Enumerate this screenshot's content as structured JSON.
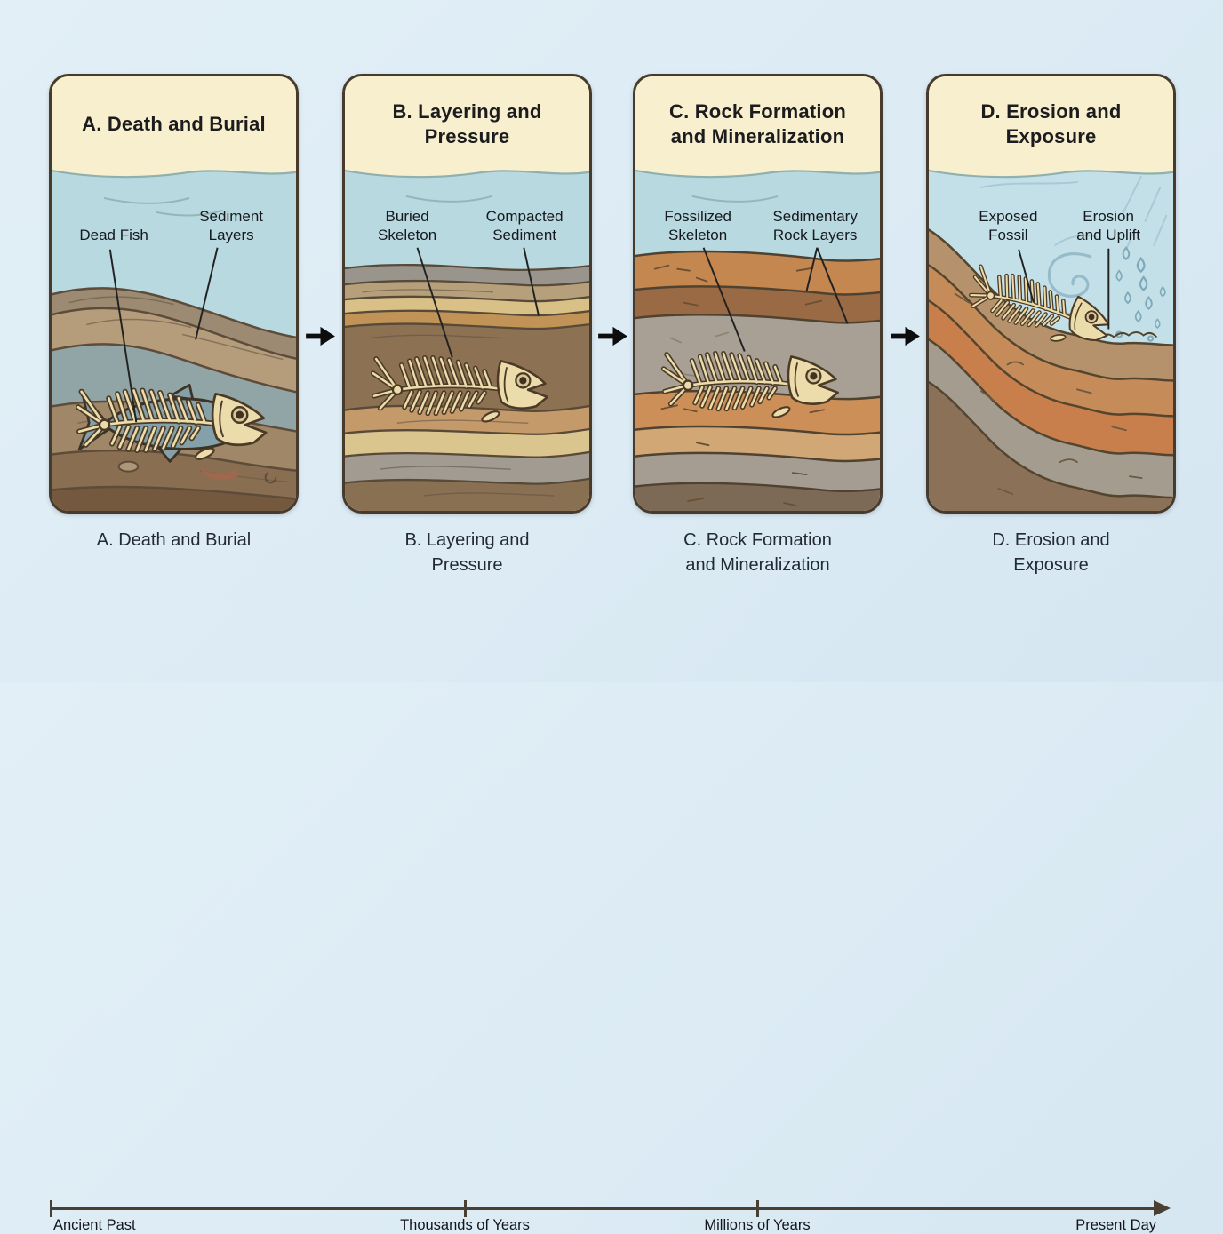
{
  "panels": [
    {
      "letter": "A",
      "title_line1": "A. Death and Burial",
      "title_line2": "",
      "caption_line1": "A. Death and Burial",
      "caption_line2": "",
      "label_left_line1": "Dead Fish",
      "label_left_line2": "",
      "label_right_line1": "Sediment",
      "label_right_line2": "Layers"
    },
    {
      "letter": "B",
      "title_line1": "B. Layering and",
      "title_line2": "Pressure",
      "caption_line1": "B. Layering and",
      "caption_line2": "Pressure",
      "label_left_line1": "Buried",
      "label_left_line2": "Skeleton",
      "label_right_line1": "Compacted",
      "label_right_line2": "Sediment"
    },
    {
      "letter": "C",
      "title_line1": "C. Rock Formation",
      "title_line2": "and Mineralization",
      "caption_line1": "C. Rock Formation",
      "caption_line2": "and Mineralization",
      "label_left_line1": "Fossilized",
      "label_left_line2": "Skeleton",
      "label_right_line1": "Sedimentary",
      "label_right_line2": "Rock Layers"
    },
    {
      "letter": "D",
      "title_line1": "D. Erosion and",
      "title_line2": "Exposure",
      "caption_line1": "D. Erosion and",
      "caption_line2": "Exposure",
      "label_left_line1": "Exposed",
      "label_left_line2": "Fossil",
      "label_right_line1": "Erosion",
      "label_right_line2": "and Uplift"
    }
  ],
  "timeline": {
    "start_label": "Ancient Past",
    "tick1_label": "Thousands of Years",
    "tick2_label": "Millions of Years",
    "end_label": "Present Day"
  },
  "icons": {
    "flow_arrow": "black right block arrow between stages",
    "timeline_arrowhead": "right-pointing triangle at timeline end",
    "wind_swirl": "curved wind gust lines",
    "raindrops": "falling rain teardrops"
  },
  "colors": {
    "page_background": "#dcebf4",
    "panel_header": "#f8efce",
    "water": "#b9d9e0",
    "panel_border": "#473b2d",
    "bone": "#ecdcab",
    "timeline": "#493f33",
    "flow_arrow": "#0d0d0d"
  }
}
